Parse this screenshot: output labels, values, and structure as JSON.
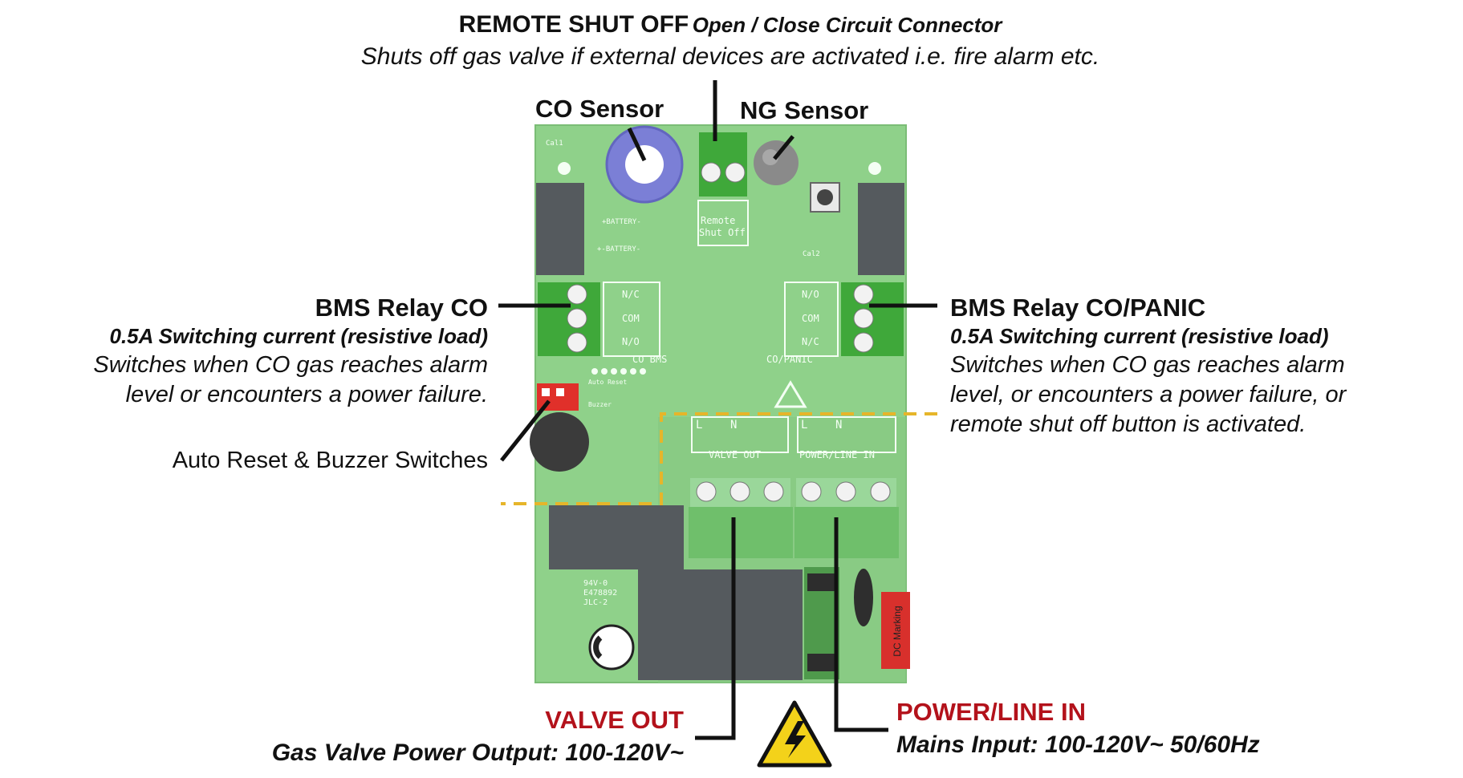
{
  "colors": {
    "board": "#8fd18a",
    "board_dark": "#7fc37a",
    "terminal": "#3fa83a",
    "relay": "#555a5e",
    "co_sensor": "#7b7fd6",
    "ng_sensor": "#8a8a8a",
    "dip_switch": "#e0302a",
    "dc_marking": "#d8302c",
    "dashed": "#e6b52a",
    "leader": "#111111",
    "accent_red": "#b3121b",
    "warning_yellow": "#f3d21a"
  },
  "remote_shutoff": {
    "title": "REMOTE SHUT OFF",
    "subtitle": "Open / Close Circuit Connector",
    "description": "Shuts off gas valve if external devices are activated i.e. fire alarm etc."
  },
  "co_sensor": {
    "label": "CO Sensor"
  },
  "ng_sensor": {
    "label": "NG Sensor"
  },
  "bms_relay_co": {
    "title": "BMS Relay CO",
    "spec": "0.5A Switching current (resistive load)",
    "desc_line1": "Switches when CO gas reaches alarm",
    "desc_line2": "level or encounters a power failure."
  },
  "bms_relay_panic": {
    "title": "BMS Relay CO/PANIC",
    "spec": "0.5A Switching current (resistive load)",
    "desc_line1": "Switches when CO gas reaches alarm",
    "desc_line2": "level, or encounters a power failure, or",
    "desc_line3": "remote shut off button is activated."
  },
  "switches": {
    "label": "Auto Reset & Buzzer Switches"
  },
  "valve_out": {
    "title": "VALVE OUT",
    "desc": "Gas Valve Power Output: 100-120V~"
  },
  "power_line_in": {
    "title": "POWER/LINE IN",
    "desc": "Mains Input: 100-120V~ 50/60Hz"
  },
  "board_silkscreen": {
    "remote": "Remote",
    "shut_off": "Shut Off",
    "battery_plus": "+BATTERY-",
    "battery_minus": "+-BATTERY-",
    "nc": "N/C",
    "com": "COM",
    "no": "N/O",
    "co_bms": "CO BMS",
    "co_panic": "CO/PANIC",
    "valve_out": "VALVE OUT",
    "power_line_in": "POWER/LINE IN",
    "l": "L",
    "n": "N",
    "dc_marking": "DC Marking",
    "ul_94v": "94V-0",
    "ul_e": "E478892",
    "jlc": "JLC-2",
    "auto_reset": "Auto Reset",
    "buzzer": "Buzzer",
    "cal1": "Cal1",
    "cal2": "Cal2"
  }
}
